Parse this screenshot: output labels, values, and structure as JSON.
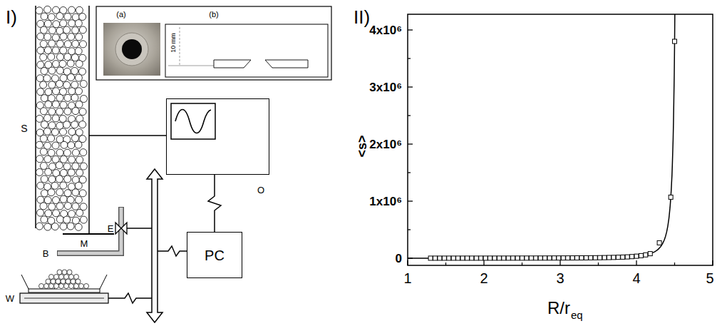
{
  "diagram": {
    "nodes": [
      {
        "text": [
          "O"
        ]
      },
      {
        "text": [
          "PC"
        ]
      }
    ],
    "edges": [
      {
        "from": 0,
        "to": 1,
        "arrow": "none"
      }
    ],
    "labels": [
      "I)",
      "S",
      "(a)",
      "(b)",
      "10 mm",
      "E",
      "B",
      "M",
      "W",
      "II)",
      "4x10⁶",
      "3x10⁶",
      "2x10⁶",
      "1x10⁶",
      "0",
      "1",
      "2",
      "3",
      "4",
      "5",
      "<s>",
      "R/r",
      "eq"
    ]
  }
}
